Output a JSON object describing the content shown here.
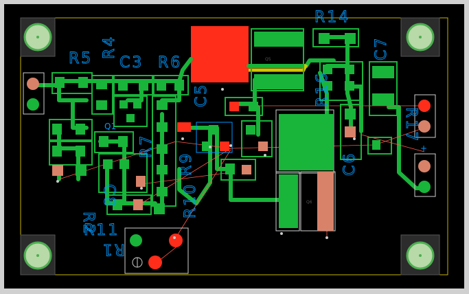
{
  "colors": {
    "background": "#000000",
    "frame": "#d0d0d0",
    "outline": "#c8b400",
    "top_copper": "#18b53a",
    "top_copper_dark": "#0e7a25",
    "pad_red": "#ff2d1a",
    "pad_salmon": "#d9826a",
    "silkscreen": "#0099ff",
    "ratsnest": "#ff5a4a",
    "via": "#c9c9c9"
  },
  "designators": {
    "r14": "R14",
    "r5": "R5",
    "r4": "R4",
    "c3": "C3",
    "r6": "R6",
    "c7": "C7",
    "q1": "Q1",
    "r7": "R7",
    "r9": "R9",
    "r10": "R10",
    "r11": "R11",
    "r1": "R1",
    "r17": "R17",
    "c5": "C5",
    "c6": "C6",
    "c8": "C8",
    "r2": "R2",
    "r16": "R16",
    "q5": "Q5",
    "q6": "Q6",
    "pin_plus": "+"
  }
}
